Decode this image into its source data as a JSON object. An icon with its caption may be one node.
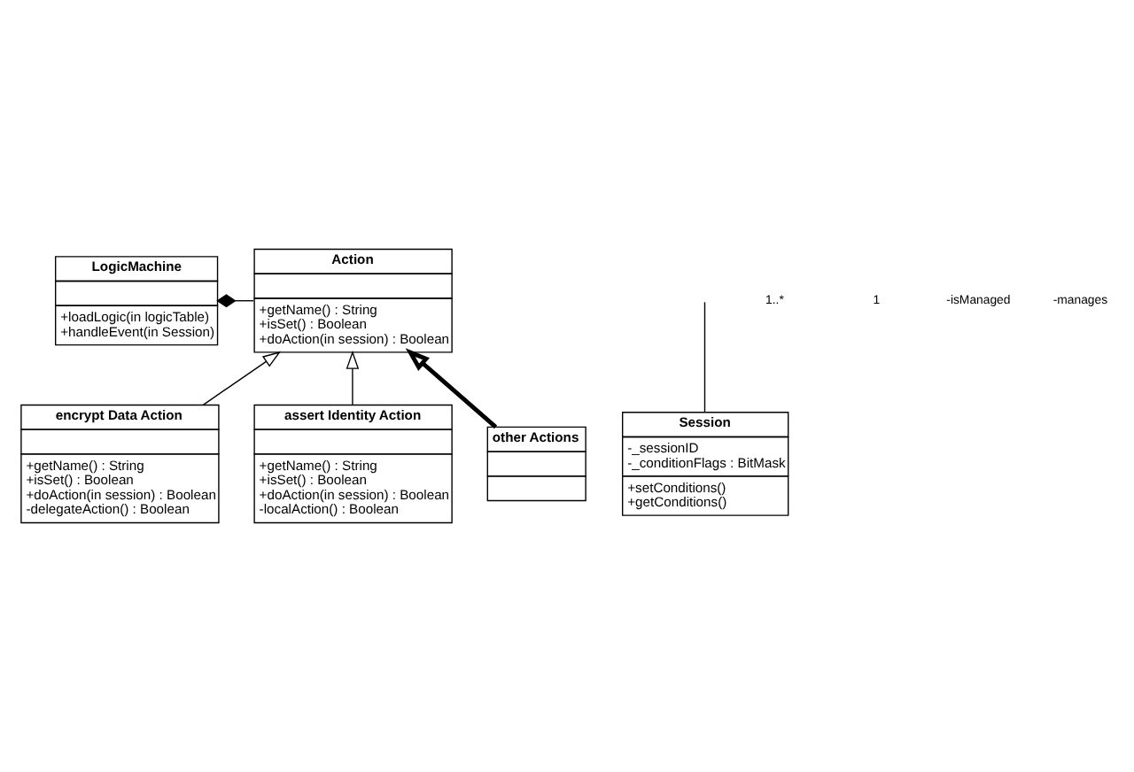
{
  "diagram": {
    "nodes": [
      {
        "text": [
          "LogicMachine",
          "+loadLogic(in logicTable)",
          "+handleEvent(in Session)"
        ]
      },
      {
        "text": [
          "Action",
          "+getName() : String",
          "+isSet() : Boolean",
          "+doAction(in session) : Boolean"
        ]
      },
      {
        "text": [
          "Session",
          "-_sessionID",
          "-_conditionFlags : BitMask",
          "+setConditions()",
          "+getConditions()"
        ]
      },
      {
        "text": [
          "encrypt Data Action",
          "+getName() : String",
          "+isSet() : Boolean",
          "+doAction(in session) : Boolean",
          "-delegateAction() : Boolean"
        ]
      },
      {
        "text": [
          "assert Identity Action",
          "+getName() : String",
          "+isSet() : Boolean",
          "+doAction(in session) : Boolean",
          "-localAction() : Boolean"
        ]
      },
      {
        "text": [
          "other Actions"
        ]
      }
    ],
    "edges": [
      {
        "from": 0,
        "to": 1,
        "arrow": "other"
      },
      {
        "from": 2,
        "to": null,
        "arrow": "none"
      },
      {
        "from": 3,
        "to": 1,
        "arrow": "to"
      },
      {
        "from": 4,
        "to": 1,
        "arrow": "to"
      },
      {
        "from": 5,
        "to": 1,
        "arrow": "to",
        "style": "thick"
      }
    ],
    "labels": [
      "-isManaged",
      "-manages",
      "1..*",
      "1"
    ]
  }
}
